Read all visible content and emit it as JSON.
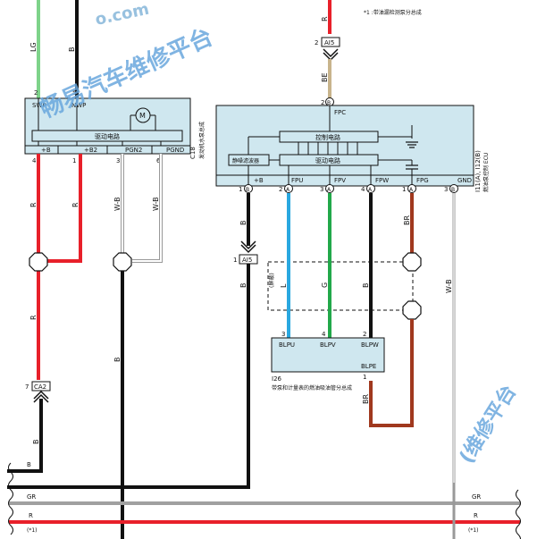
{
  "watermark": {
    "text": "畅易汽车维修平台",
    "domain": "o.com",
    "right": "(维修平台"
  },
  "footnote": "*1 :带油漏检测泵分总成",
  "left_top": {
    "wire_lg": "LG",
    "wire_b": "B",
    "pin_2": "2",
    "pin_5": "5"
  },
  "module_c18": {
    "swp": "SWP",
    "nwp": "NWP",
    "motor": "M",
    "drive": "驱动电路",
    "pin_b": "+B",
    "pin_b2": "+B2",
    "pgn2": "PGN2",
    "pgnd": "PGND",
    "id": "C18",
    "name": "发动机水泵总成",
    "pin_4": "4",
    "pin_1": "1",
    "pin_3": "3",
    "pin_6": "6"
  },
  "left_wires": {
    "r1": "R",
    "r2": "R",
    "r3": "R",
    "wb1": "W-B",
    "wb2": "W-B",
    "b1": "B",
    "ca2": "CA2",
    "ca2_pin": "7",
    "b2": "B"
  },
  "ai5_top": {
    "pin": "2",
    "label": "AI5",
    "wire_r": "R",
    "wire_be": "BE",
    "fpc_pin": "2",
    "fpc_conn": "B"
  },
  "ecu": {
    "fpc": "FPC",
    "control": "控制电路",
    "noise": "静噪滤波器",
    "drive": "驱动电路",
    "pin_b": "+B",
    "fpu": "FPU",
    "fpv": "FPV",
    "fpw": "FPW",
    "fpg": "FPG",
    "gnd": "GND",
    "id": "I11(A), I12(B)",
    "name": "燃油泵控制 ECU",
    "p1": "1",
    "c1": "B",
    "p2": "2",
    "c2": "A",
    "p3": "3",
    "c3": "A",
    "p4": "4",
    "c4": "A",
    "p5": "1",
    "c5": "A",
    "p6": "3",
    "c6": "B"
  },
  "mid_wires": {
    "b": "B",
    "ai5_pin": "1",
    "ai5": "AI5",
    "b2": "B",
    "shield": "(屏蔽)",
    "l": "L",
    "g": "G",
    "b3": "B",
    "br": "BR",
    "wb": "W-B",
    "br2": "BR"
  },
  "pump": {
    "blpu": "BLPU",
    "blpv": "BLPV",
    "blpw": "BLPW",
    "blpe": "BLPE",
    "p3": "3",
    "p4": "4",
    "p2": "2",
    "p1": "1",
    "id": "I26",
    "name": "带泵和计量表的燃油吸油管分总成"
  },
  "bus": {
    "b_left": "B",
    "gr_left": "GR",
    "gr_right": "GR",
    "r_left": "R",
    "r_right": "R",
    "note_left": "(*1)",
    "note_right": "(*1)"
  },
  "colors": {
    "red": "#e8202a",
    "green": "#22a84a",
    "lightgreen": "#7ed38a",
    "blue": "#2aa8e0",
    "brown": "#a0381e",
    "tan": "#c8b48c",
    "gray": "#a0a0a0",
    "black": "#111111",
    "box": "#cfe7ef"
  }
}
